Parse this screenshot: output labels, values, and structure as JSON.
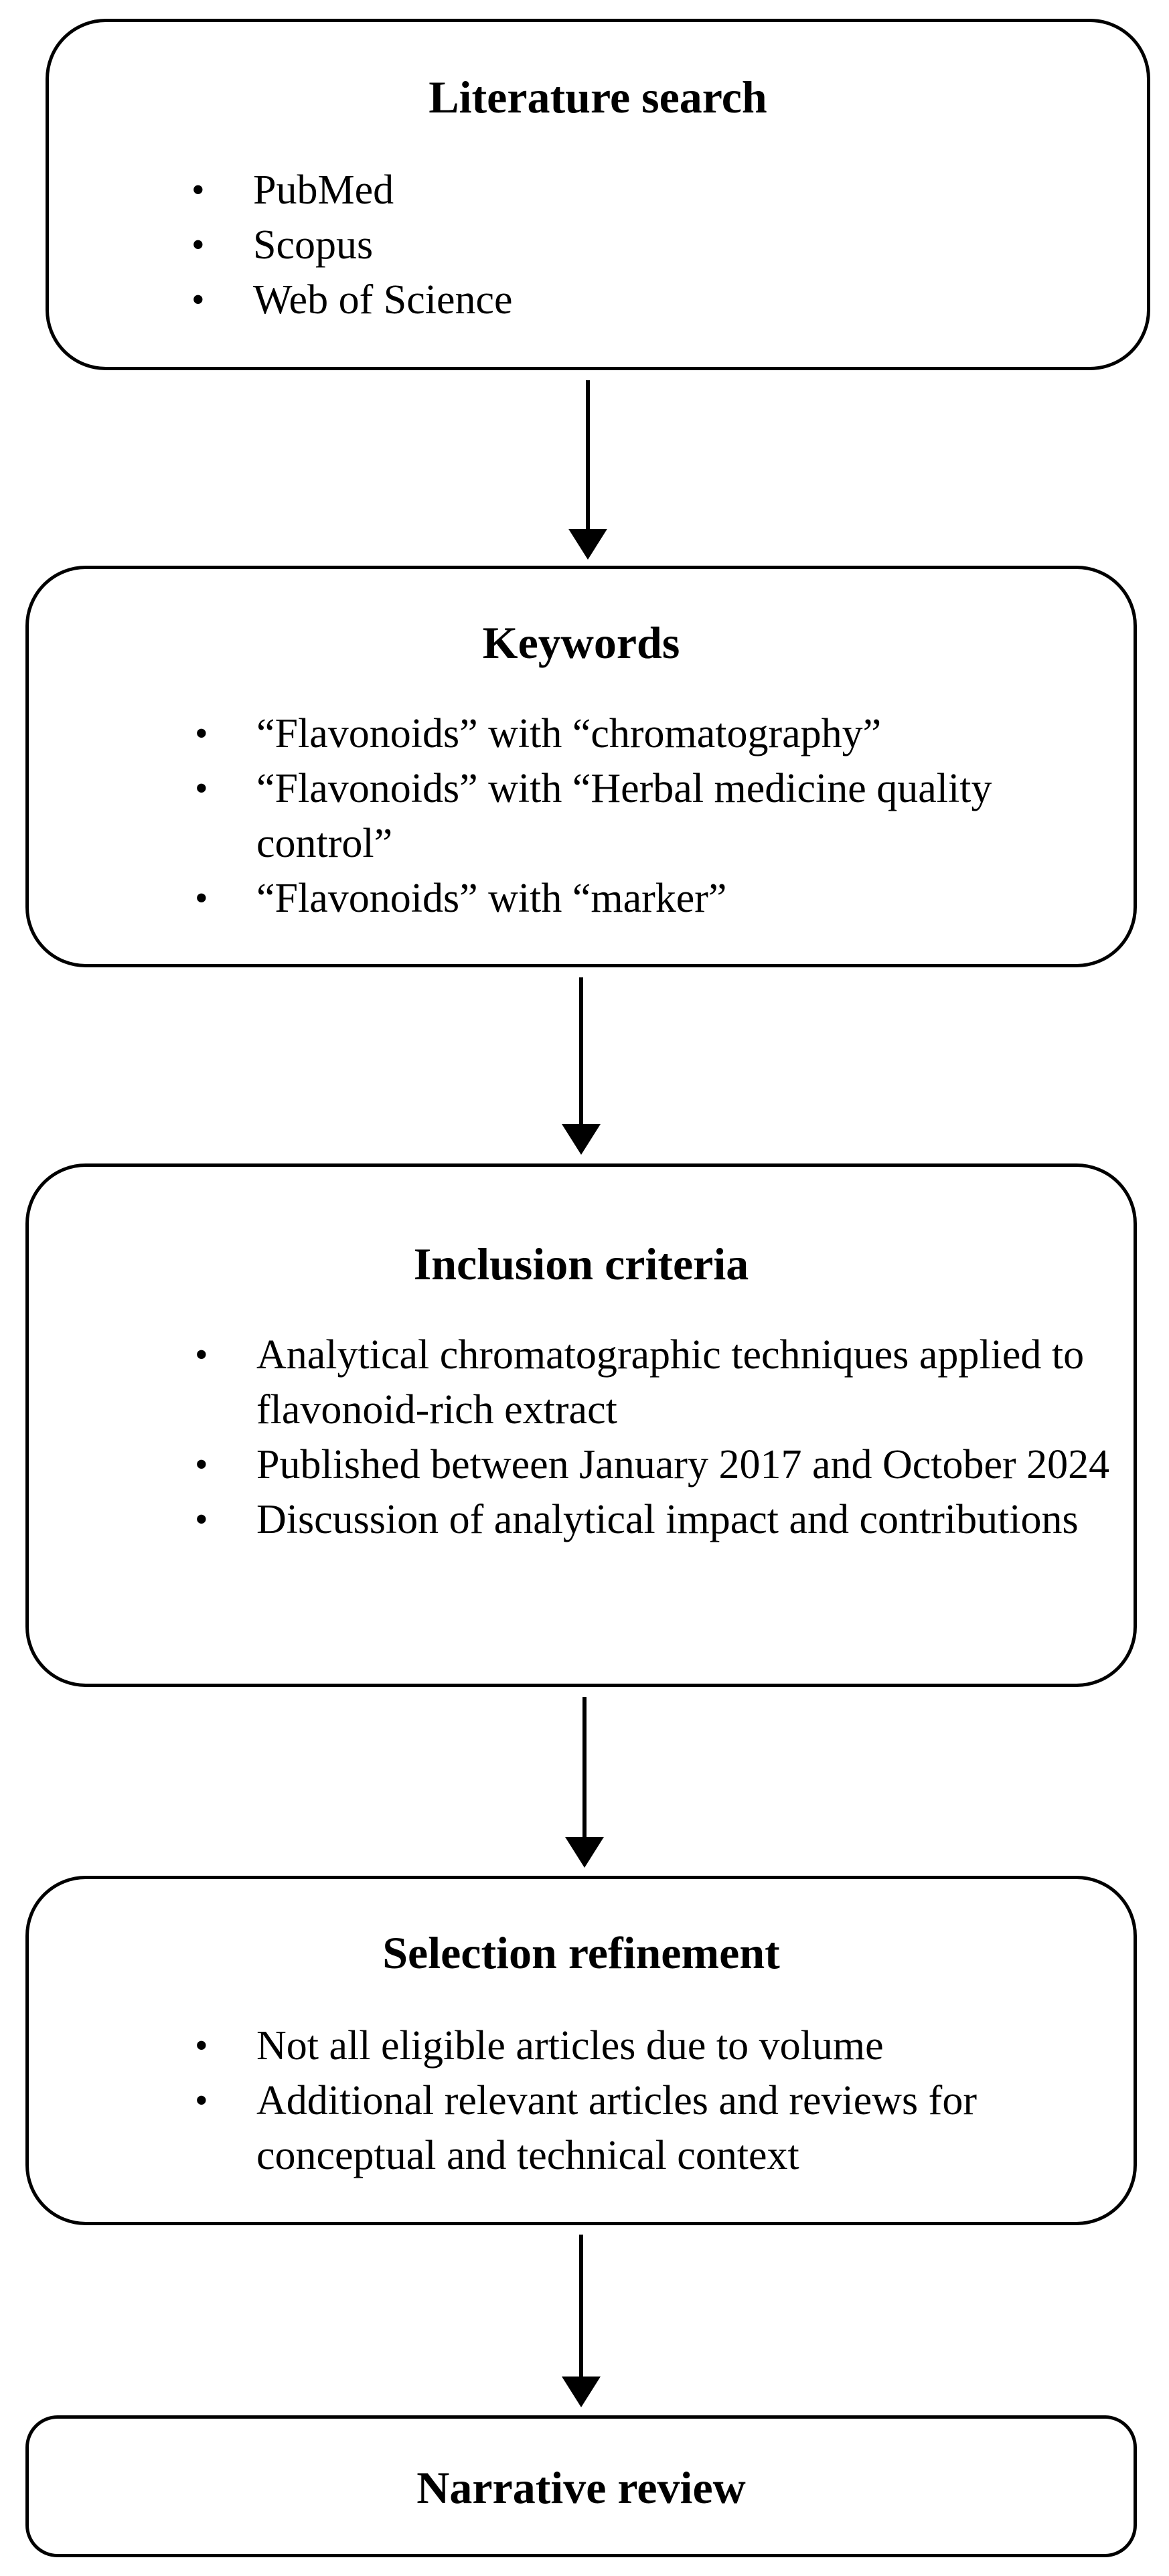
{
  "steps": [
    {
      "title": "Literature search",
      "items": [
        "PubMed",
        "Scopus",
        "Web of Science"
      ]
    },
    {
      "title": "Keywords",
      "items": [
        "“Flavonoids” with “chromatography”",
        "“Flavonoids” with “Herbal medicine quality control”",
        "“Flavonoids” with “marker”"
      ]
    },
    {
      "title": "Inclusion criteria",
      "items": [
        "Analytical chromatographic techniques applied to flavonoid-rich extract",
        "Published between January 2017 and October 2024",
        "Discussion of analytical impact and contributions"
      ]
    },
    {
      "title": "Selection refinement",
      "items": [
        "Not all eligible articles due to volume",
        "Additional relevant articles and reviews for conceptual and technical context"
      ]
    },
    {
      "title": "Narrative review",
      "items": []
    }
  ],
  "bullet_symbol": "•"
}
